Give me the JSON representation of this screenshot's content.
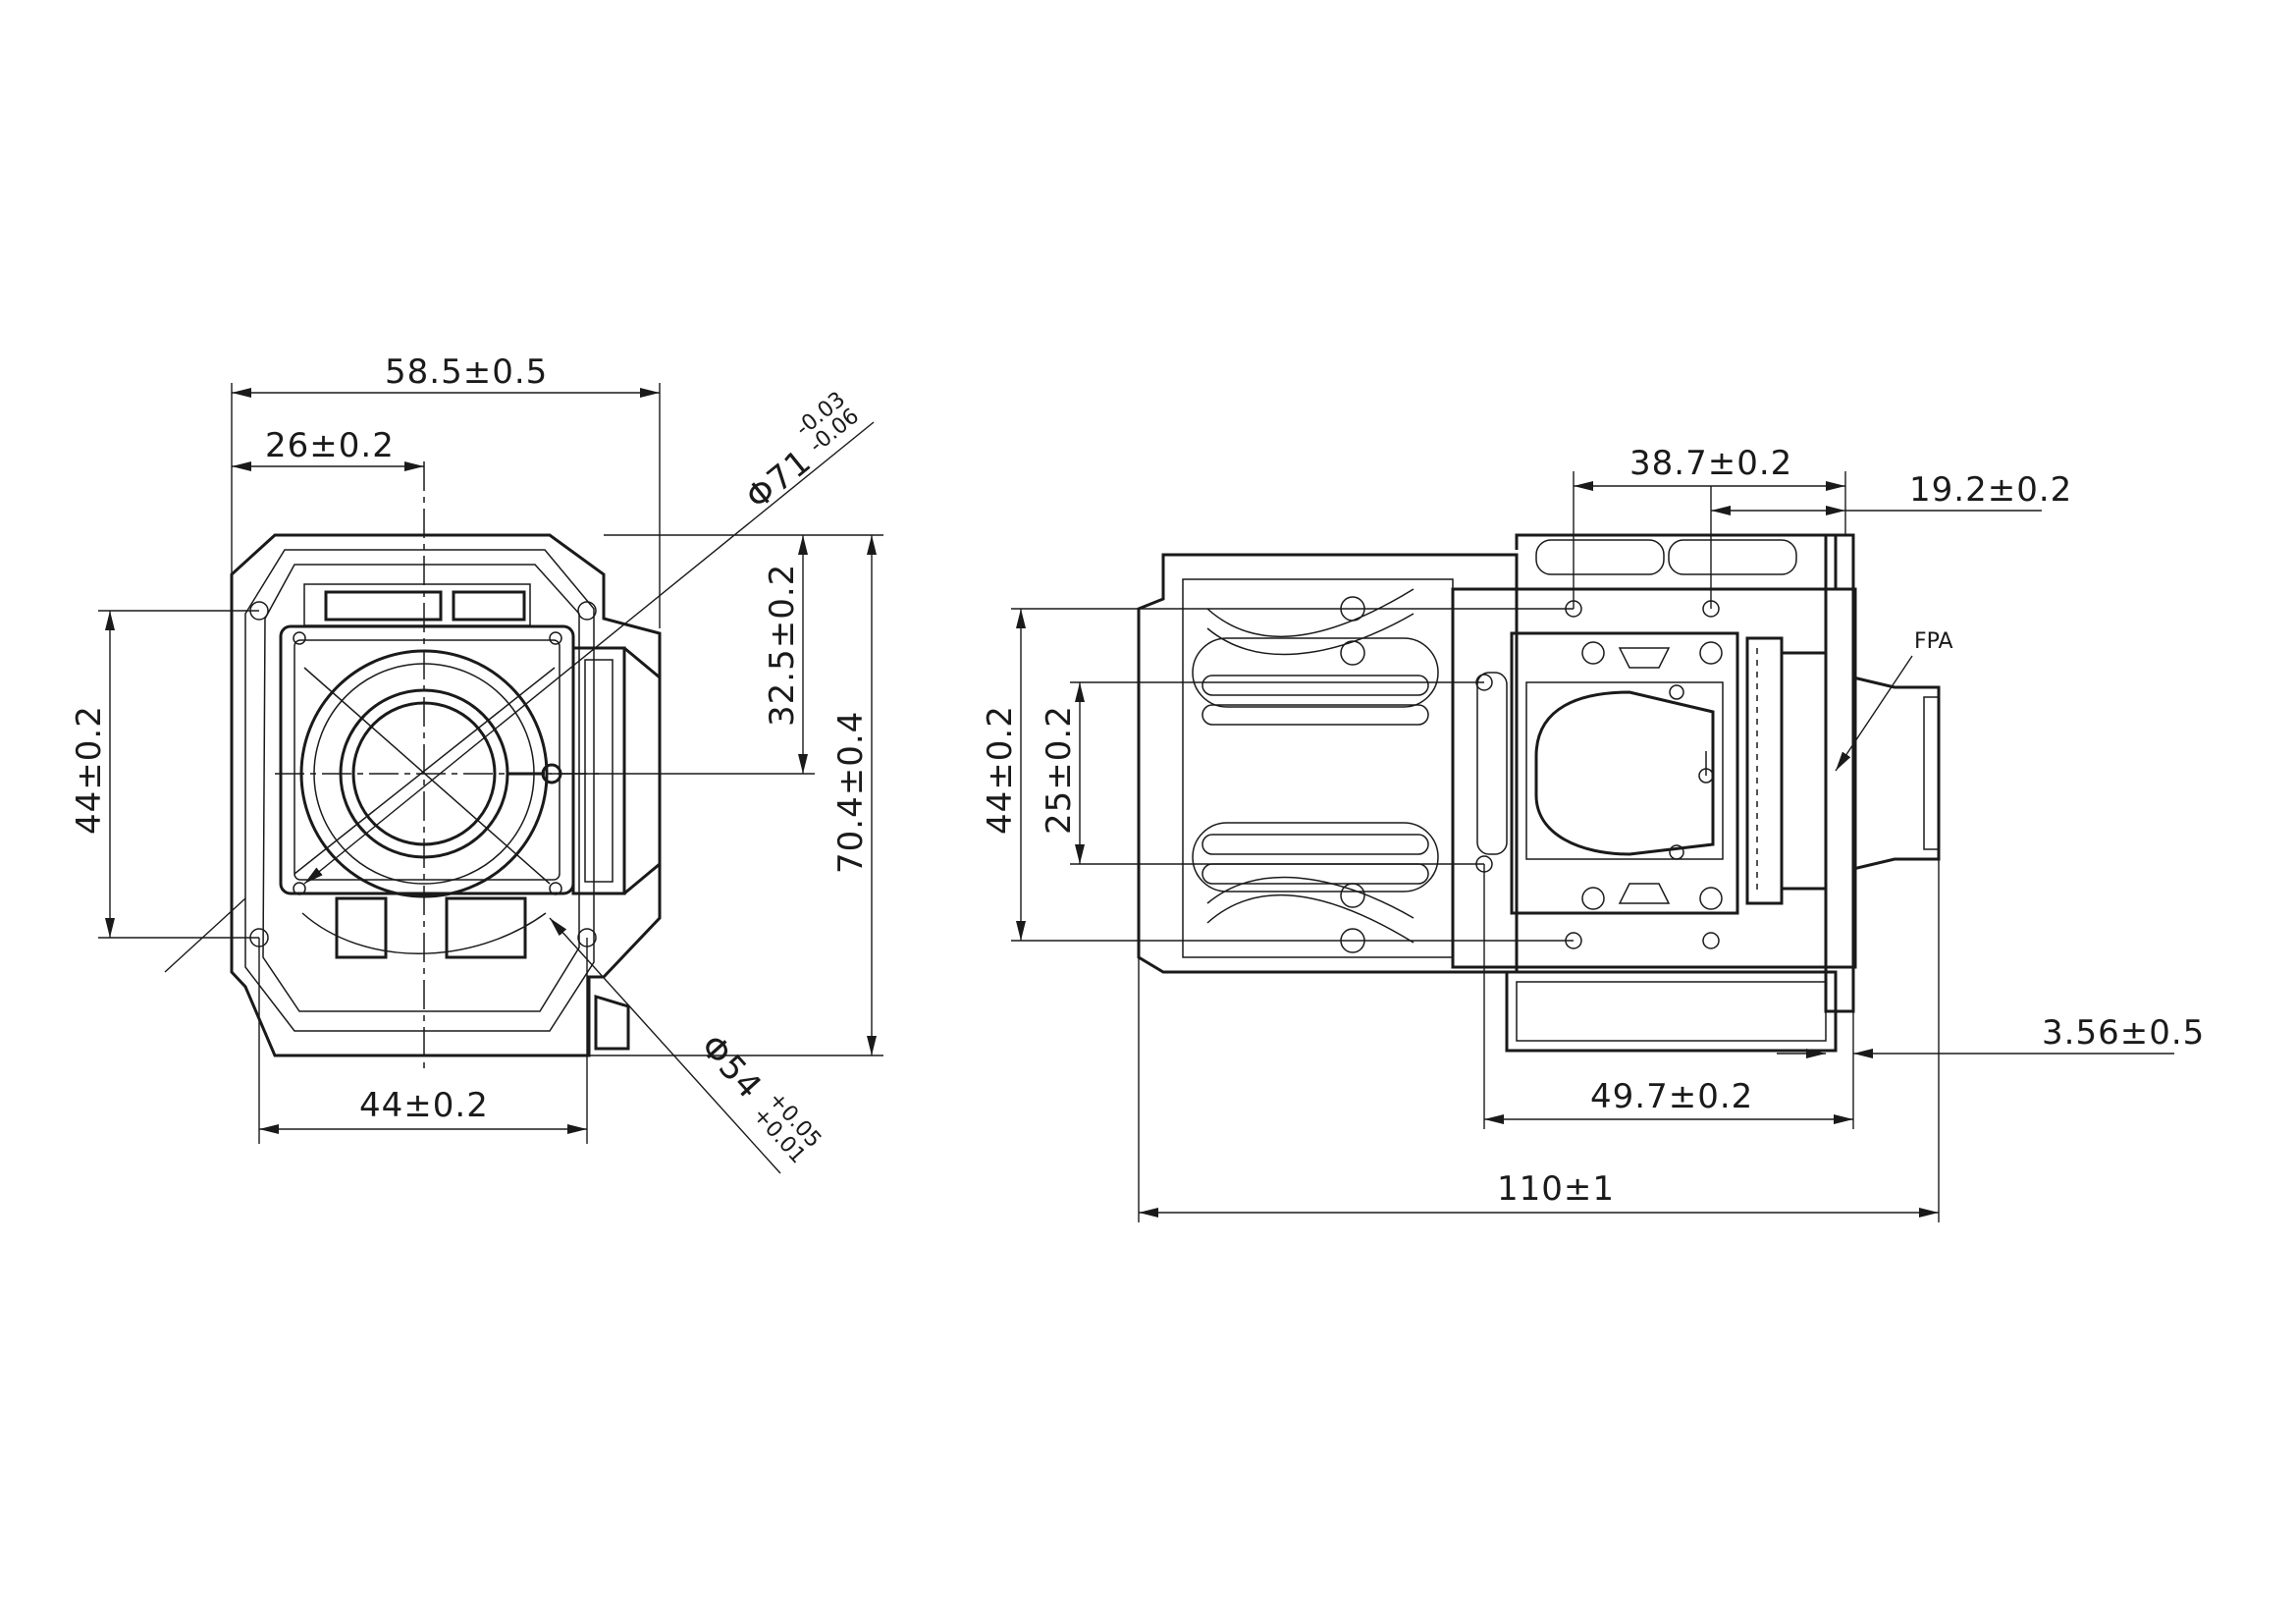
{
  "front_view": {
    "width_overall": "58.5±0.5",
    "offset_center": "26±0.2",
    "diameter_outer_value": "Φ71",
    "diameter_outer_tol_upper": "-0.03",
    "diameter_outer_tol_lower": "-0.06",
    "height_center": "32.5±0.2",
    "height_overall": "70.4±0.4",
    "mount_height": "44±0.2",
    "mount_width": "44±0.2",
    "diameter_inner_value": "Φ54",
    "diameter_inner_tol_upper": "+0.05",
    "diameter_inner_tol_lower": "+0.01"
  },
  "side_view": {
    "hole_spacing": "38.7±0.2",
    "flange_offset": "19.2±0.2",
    "fpa_label": "FPA",
    "height_outer": "44±0.2",
    "height_inner": "25±0.2",
    "body_length": "49.7±0.2",
    "flange_thickness": "3.56±0.5",
    "length_overall": "110±1"
  }
}
